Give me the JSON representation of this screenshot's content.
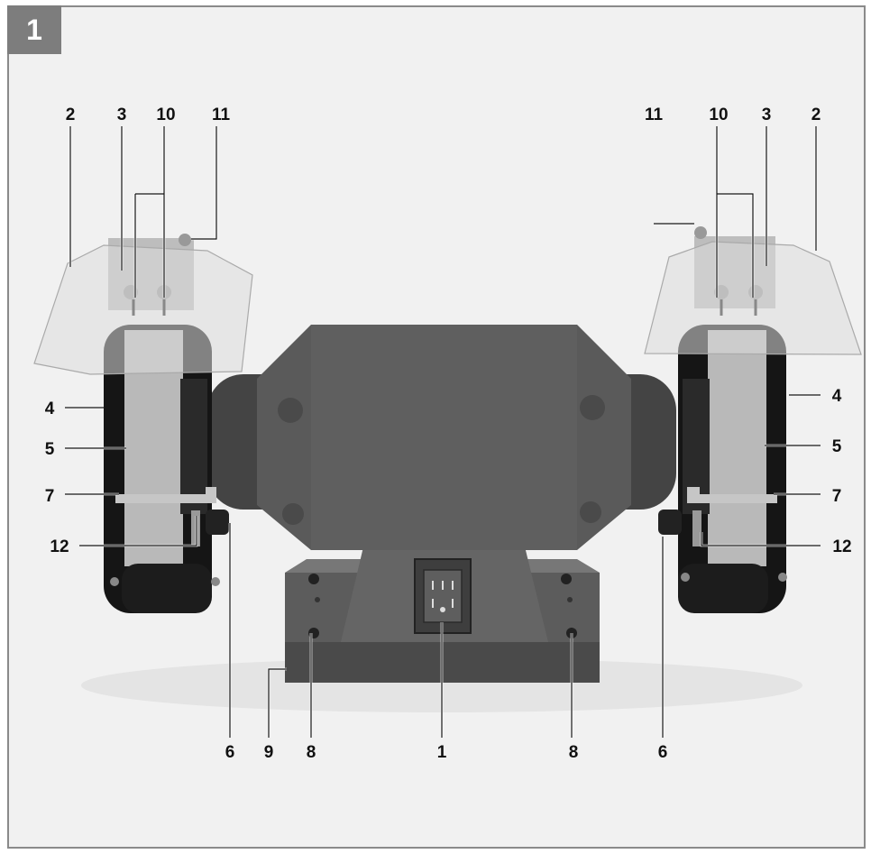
{
  "figure": {
    "number": "1"
  },
  "callouts": {
    "top_left": [
      "2",
      "3",
      "10",
      "11"
    ],
    "top_right": [
      "11",
      "10",
      "3",
      "2"
    ],
    "side_left": [
      "4",
      "5",
      "7",
      "12"
    ],
    "side_right": [
      "4",
      "5",
      "7",
      "12"
    ],
    "bottom": [
      "6",
      "9",
      "8",
      "1",
      "8",
      "6"
    ]
  },
  "colors": {
    "frame_border": "#8a8a8a",
    "figure_tab": "#7d7d7d",
    "background": "#f1f1f1",
    "motor_body": "#555555",
    "wheel_guard": "#151515",
    "grinding_wheel": "#b9b9b9",
    "shield": "#dcdcdc"
  }
}
